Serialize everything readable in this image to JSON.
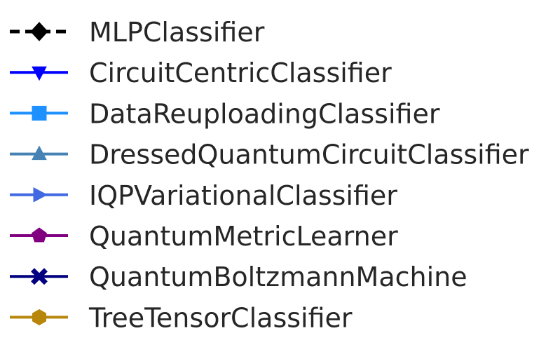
{
  "chart_data": {
    "type": "legend",
    "title": "",
    "entries": [
      {
        "name": "MLPClassifier",
        "color": "#000000",
        "marker": "diamond",
        "linestyle": "dashed"
      },
      {
        "name": "CircuitCentricClassifier",
        "color": "#0000ff",
        "marker": "triangle-down",
        "linestyle": "solid"
      },
      {
        "name": "DataReuploadingClassifier",
        "color": "#1e90ff",
        "marker": "square",
        "linestyle": "solid"
      },
      {
        "name": "DressedQuantumCircuitClassifier",
        "color": "#4682b4",
        "marker": "triangle-up",
        "linestyle": "solid"
      },
      {
        "name": "IQPVariationalClassifier",
        "color": "#4169e1",
        "marker": "triangle-right",
        "linestyle": "solid"
      },
      {
        "name": "QuantumMetricLearner",
        "color": "#800080",
        "marker": "pentagon",
        "linestyle": "solid"
      },
      {
        "name": "QuantumBoltzmannMachine",
        "color": "#000080",
        "marker": "x-filled",
        "linestyle": "solid"
      },
      {
        "name": "TreeTensorClassifier",
        "color": "#b8860b",
        "marker": "hexagon",
        "linestyle": "solid"
      }
    ]
  }
}
